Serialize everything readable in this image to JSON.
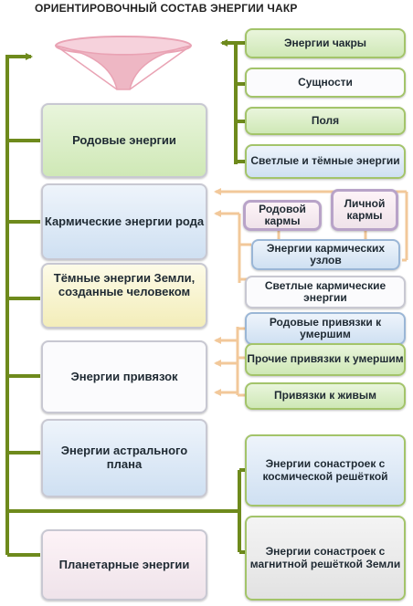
{
  "title": "ОРИЕНТИРОВОЧНЫЙ СОСТАВ ЭНЕРГИИ ЧАКР",
  "left_boxes": [
    {
      "label": "Родовые энергии"
    },
    {
      "label": "Кармические энергии рода"
    },
    {
      "label": "Тёмные энергии Земли, созданные человеком"
    },
    {
      "label": "Энергии привязок"
    },
    {
      "label": "Энергии астрального плана"
    },
    {
      "label": "Планетарные энергии"
    }
  ],
  "right_boxes": [
    {
      "label": "Энергии чакры"
    },
    {
      "label": "Сущности"
    },
    {
      "label": "Поля"
    },
    {
      "label": "Светлые и тёмные энергии"
    },
    {
      "label": "Родовой кармы"
    },
    {
      "label": "Личной кармы"
    },
    {
      "label": "Энергии кармических узлов"
    },
    {
      "label": "Светлые кармические энергии"
    },
    {
      "label": "Родовые привязки к умершим"
    },
    {
      "label": "Прочие привязки к умершим"
    },
    {
      "label": "Привязки к живым"
    },
    {
      "label": "Энергии сонастроек с космической решёткой"
    },
    {
      "label": "Энергии сонастроек с магнитной решёткой Земли"
    }
  ],
  "colors": {
    "arrow_green": "#6e8a1c",
    "arrow_orange": "#f2c89a",
    "funnel_pink": "#e9a3b4"
  },
  "icons": {
    "top": "chakra-funnel-icon"
  }
}
